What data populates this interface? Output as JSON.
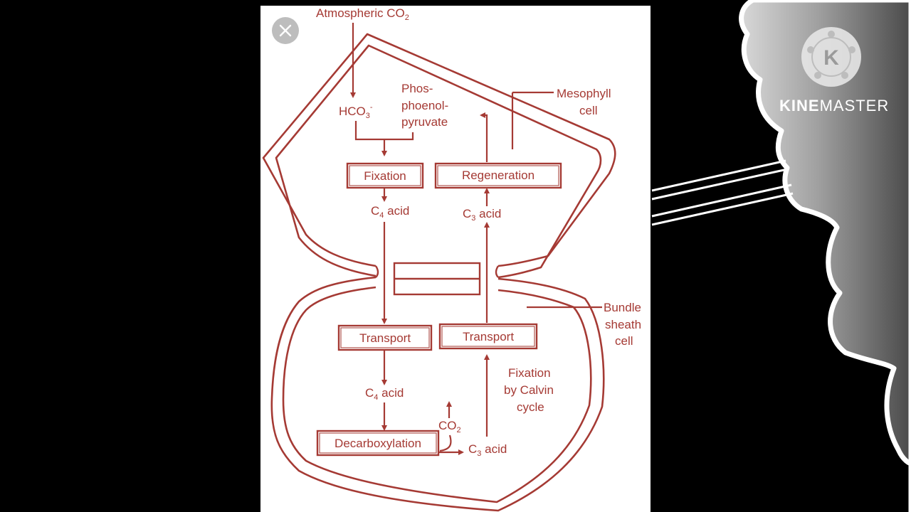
{
  "diagram": {
    "atmospheric_co2": "Atmospheric CO",
    "atmospheric_co2_sub": "2",
    "hco3": "HCO",
    "hco3_sub": "3",
    "hco3_sup": "-",
    "pep_line1": "Phos-",
    "pep_line2": "phoenol-",
    "pep_line3": "pyruvate",
    "mesophyll_line1": "Mesophyll",
    "mesophyll_line2": "cell",
    "fixation": "Fixation",
    "regeneration": "Regeneration",
    "c4_acid_top": {
      "c": "C",
      "sub": "4",
      "rest": " acid"
    },
    "c3_acid_top": {
      "c": "C",
      "sub": "3",
      "rest": " acid"
    },
    "transport_left": "Transport",
    "transport_right": "Transport",
    "bundle_line1": "Bundle",
    "bundle_line2": "sheath",
    "bundle_line3": "cell",
    "calvin_line1": "Fixation",
    "calvin_line2": "by Calvin",
    "calvin_line3": "cycle",
    "c4_acid_bottom": {
      "c": "C",
      "sub": "4",
      "rest": " acid"
    },
    "co2": "CO",
    "co2_sub": "2",
    "decarboxylation": "Decarboxylation",
    "c3_acid_bottom": {
      "c": "C",
      "sub": "3",
      "rest": " acid"
    }
  },
  "watermark": {
    "brand_bold": "KINE",
    "brand_light": "MASTER",
    "logo_letter": "K"
  },
  "colors": {
    "diagram": "#a53a34",
    "background": "#000000",
    "paper": "#ffffff"
  },
  "icons": {
    "close": "close-icon",
    "logo": "kinemaster-logo-icon"
  }
}
